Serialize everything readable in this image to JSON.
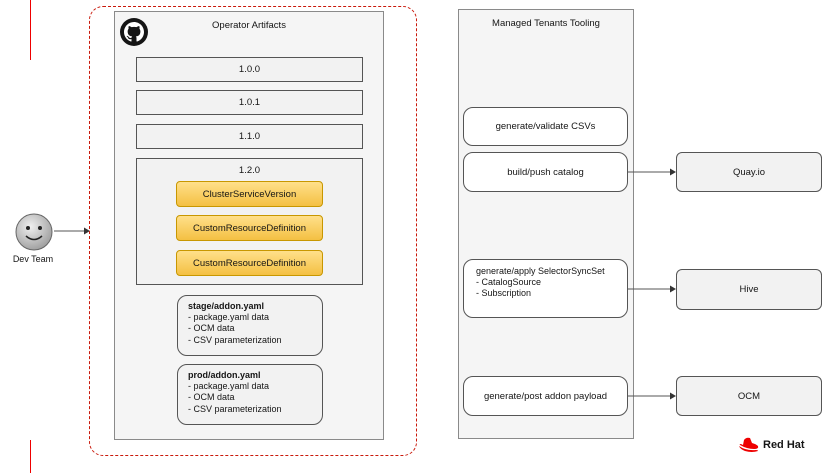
{
  "actor": {
    "label": "Dev Team"
  },
  "operator_artifacts": {
    "title": "Operator Artifacts",
    "icon": "github-icon",
    "versions": [
      "1.0.0",
      "1.0.1",
      "1.1.0"
    ],
    "expanded_version": {
      "label": "1.2.0",
      "resources": [
        "ClusterServiceVersion",
        "CustomResourceDefinition",
        "CustomResourceDefinition"
      ]
    },
    "addons": [
      {
        "header": "stage/addon.yaml",
        "lines": [
          "- package.yaml data",
          "- OCM data",
          "- CSV parameterization"
        ]
      },
      {
        "header": "prod/addon.yaml",
        "lines": [
          "- package.yaml data",
          "- OCM data",
          "- CSV parameterization"
        ]
      }
    ]
  },
  "tooling": {
    "title": "Managed Tenants Tooling",
    "tasks": {
      "validate": "generate/validate CSVs",
      "build": "build/push catalog",
      "selector_title": "generate/apply SelectorSyncSet",
      "selector_items": [
        "- CatalogSource",
        "- Subscription"
      ],
      "addon_payload": "generate/post addon payload"
    }
  },
  "targets": {
    "quay": "Quay.io",
    "hive": "Hive",
    "ocm": "OCM"
  },
  "brand": {
    "name": "Red Hat",
    "color": "#ee0000"
  },
  "colors": {
    "dashed_border": "#c9190b",
    "resource_fill": "#f4c042"
  }
}
